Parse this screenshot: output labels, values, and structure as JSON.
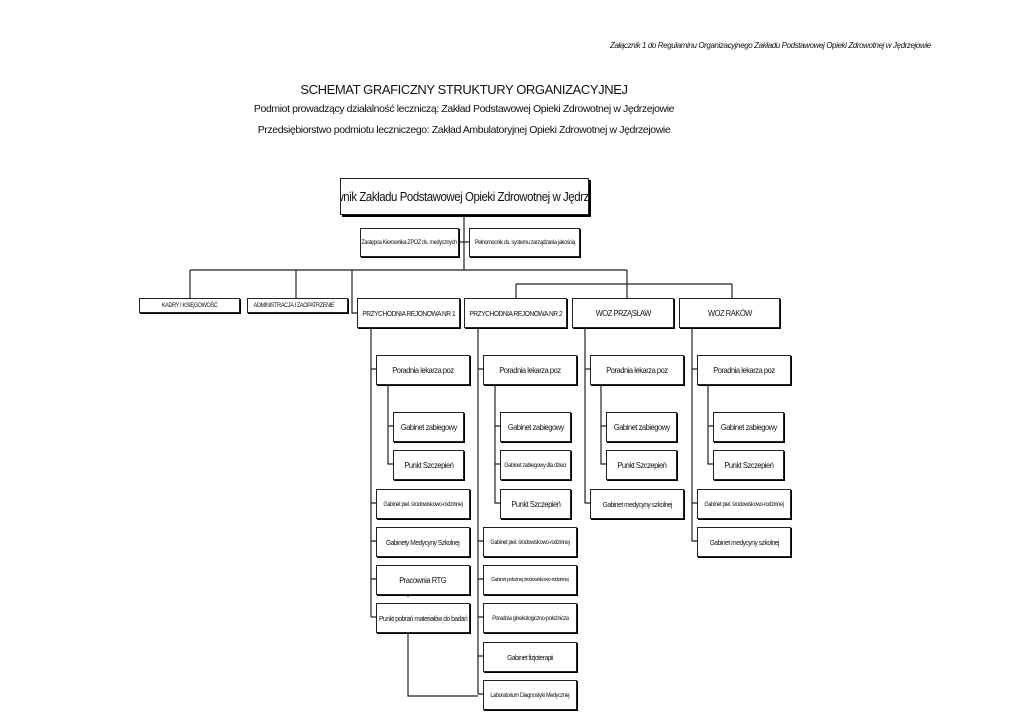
{
  "annex": "Załącznik 1 do Regulaminu Organizacyjnego Zakładu Podstawowej Opieki Zdrowotnej w Jędrzejowie",
  "title": "SCHEMAT GRAFICZNY STRUKTURY ORGANIZACYJNEJ",
  "subtitle1": "Podmiot prowadzący działalność leczniczą: Zakład Podstawowej Opieki Zdrowotnej w Jędrzejowie",
  "subtitle2": "Przedsiębiorstwo podmiotu leczniczego: Zakład Ambulatoryjnej Opieki Zdrowotnej w Jędrzejowie",
  "head": "Kierownik Zakładu Podstawowej Opieki Zdrowotnej w Jędrzejowie",
  "deputy": "Zastępca Kierownika ZPOZ ds. medycznych",
  "quality": "Pełnomocnik ds. systemu zarządzania jakością",
  "units": {
    "hr": "KADRY I KSIĘGOWOŚĆ",
    "admin": "ADMINISTRACJA I ZAOPATRZENIE",
    "p1": "PRZYCHODNIA REJONOWA NR 1",
    "p2": "PRZYCHODNIA REJONOWA NR 2",
    "woz1": "WOZ PRZĄSŁAW",
    "woz2": "WOZ RAKÓW"
  },
  "p1": [
    "Poradnia lekarza poz",
    "Gabinet zabiegowy",
    "Punkt Szczepień",
    "Gabinet  piel. środowiskowo-rodzinnej",
    "Gabinety Medycyny Szkolnej",
    "Pracownia RTG",
    "Punkt pobrań materiałów do badań"
  ],
  "p2": [
    "Poradnia lekarza poz",
    "Gabinet zabiegowy",
    "Gabinet zabiegowy dla dzieci",
    "Punkt Szczepień",
    "Gabinet piel. środowiskowo-rodzinnej",
    "Gabinet położnej środowiskowo-rodzinnej",
    "Poradnia ginekologiczno-położnicza",
    "Gabinet fizjoterapii",
    "Laboratorium Diagnostyki Medycznej"
  ],
  "woz1": [
    "Poradnia lekarza poz",
    "Gabinet zabiegowy",
    "Punkt Szczepień",
    "Gabinet medycyny szkolnej"
  ],
  "woz2": [
    "Poradnia lekarza poz",
    "Gabinet zabiegowy",
    "Punkt Szczepień",
    "Gabinet piel. środowiskowo-rodzinnej",
    "Gabinet medycyny szkolnej"
  ]
}
